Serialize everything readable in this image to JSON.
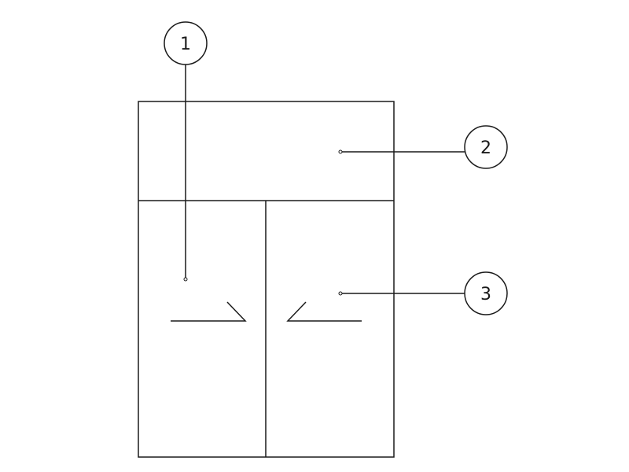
{
  "diagram": {
    "callouts": [
      {
        "number": "1",
        "target": "left-door"
      },
      {
        "number": "2",
        "target": "top-compartment"
      },
      {
        "number": "3",
        "target": "right-door"
      }
    ],
    "colors": {
      "line": "#1a1a1a",
      "background": "#ffffff"
    }
  }
}
